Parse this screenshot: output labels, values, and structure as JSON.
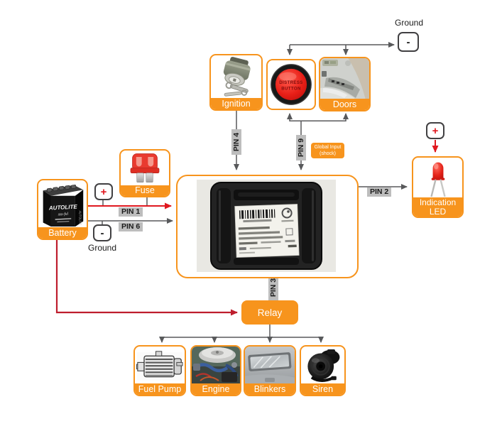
{
  "nodes": {
    "ignition": {
      "label": "Ignition"
    },
    "distress_button": {
      "line1": "DISTRESS",
      "line2": "BUTTON"
    },
    "doors": {
      "label": "Doors"
    },
    "ground_top": {
      "title": "Ground",
      "symbol": "-"
    },
    "battery": {
      "label": "Battery",
      "brand": "AUTOLITE",
      "brand2": "sta-ful"
    },
    "plus_battery": {
      "symbol": "+"
    },
    "minus_battery": {
      "symbol": "-",
      "title": "Ground"
    },
    "fuse": {
      "label": "Fuse"
    },
    "led": {
      "line1": "Indication",
      "line2": "LED"
    },
    "plus_led": {
      "symbol": "+"
    },
    "relay": {
      "label": "Relay"
    },
    "fuel_pump": {
      "label": "Fuel Pump"
    },
    "engine": {
      "label": "Engine"
    },
    "blinkers": {
      "label": "Blinkers"
    },
    "siren": {
      "label": "Siren"
    }
  },
  "pins": {
    "pin1": "PIN 1",
    "pin2": "PIN 2",
    "pin3": "PIN 3",
    "pin4": "PIN 4",
    "pin6": "PIN 6",
    "pin9": "PIN 9"
  },
  "annotations": {
    "global_input_line1": "Global Input",
    "global_input_line2": "(shock)"
  },
  "colors": {
    "orange": "#F7941D",
    "red": "#E0181F",
    "dark_red": "#BE1E2D",
    "line_gray": "#58595B",
    "pin_label_bg": "#BDBDBD"
  }
}
